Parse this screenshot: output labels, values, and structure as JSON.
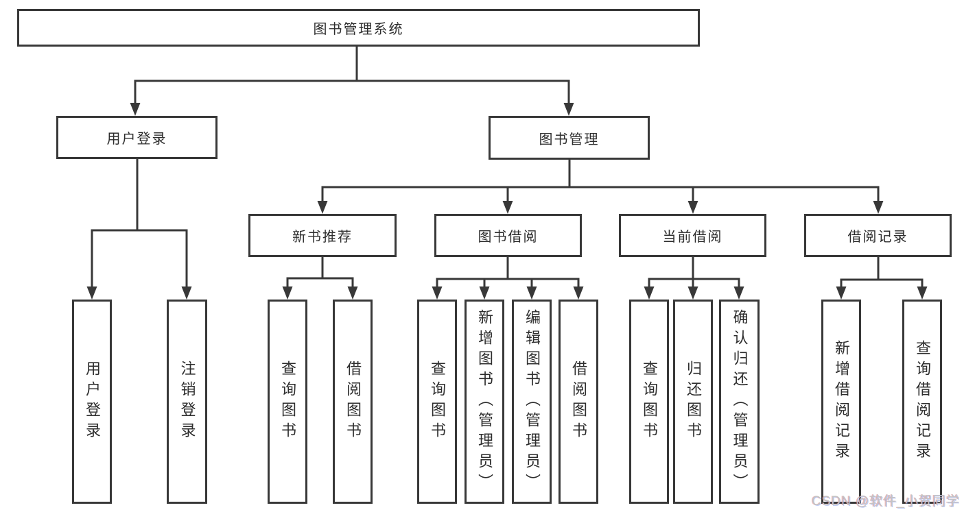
{
  "tree": {
    "root": {
      "label": "图书管理系统",
      "children": [
        {
          "label": "用户登录",
          "children": [
            {
              "label": "用户登录"
            },
            {
              "label": "注销登录"
            }
          ]
        },
        {
          "label": "图书管理",
          "children": [
            {
              "label": "新书推荐",
              "children": [
                {
                  "label": "查询图书"
                },
                {
                  "label": "借阅图书"
                }
              ]
            },
            {
              "label": "图书借阅",
              "children": [
                {
                  "label": "查询图书"
                },
                {
                  "label": "新增图书（管理员）"
                },
                {
                  "label": "编辑图书（管理员）"
                },
                {
                  "label": "借阅图书"
                }
              ]
            },
            {
              "label": "当前借阅",
              "children": [
                {
                  "label": "查询图书"
                },
                {
                  "label": "归还图书"
                },
                {
                  "label": "确认归还（管理员）"
                }
              ]
            },
            {
              "label": "借阅记录",
              "children": [
                {
                  "label": "新增借阅记录"
                },
                {
                  "label": "查询借阅记录"
                }
              ]
            }
          ]
        }
      ]
    }
  },
  "watermark": {
    "text": "CSDN @软件_小贺同学"
  },
  "colors": {
    "line": "#383838",
    "box_border": "#383838",
    "text": "#2d2d2d",
    "watermark": "#c4c4c4",
    "background": "#ffffff"
  }
}
